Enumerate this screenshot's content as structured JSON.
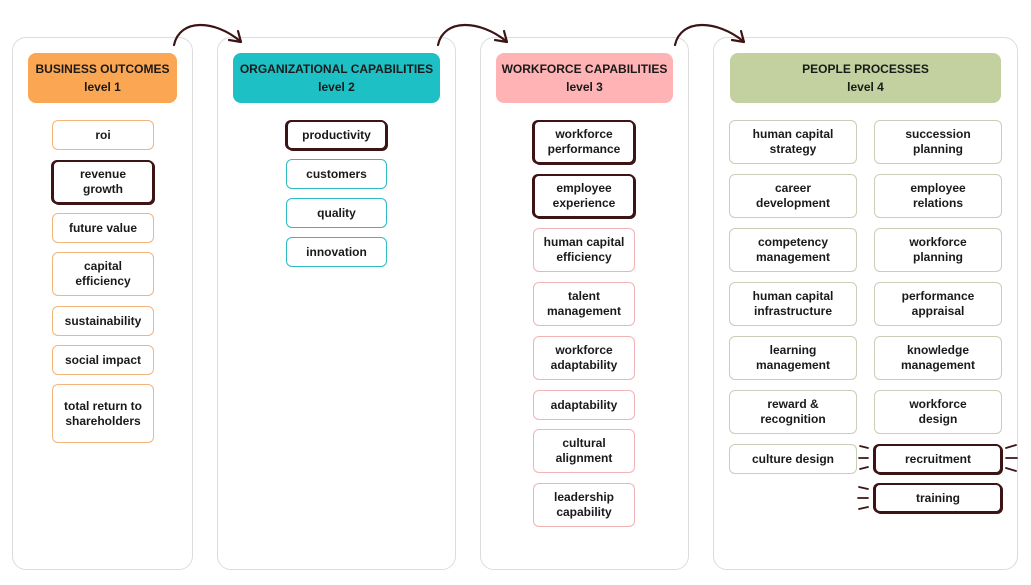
{
  "columns": [
    {
      "title": "BUSINESS OUTCOMES",
      "level": "level 1",
      "color": "#fba652",
      "items": [
        "roi",
        "revenue growth",
        "future value",
        "capital efficiency",
        "sustainability",
        "social impact",
        "total return to shareholders"
      ]
    },
    {
      "title": "ORGANIZATIONAL CAPABILITIES",
      "level": "level 2",
      "color": "#1cc0c5",
      "items": [
        "productivity",
        "customers",
        "quality",
        "innovation"
      ]
    },
    {
      "title": "WORKFORCE CAPABILITIES",
      "level": "level 3",
      "color": "#ffb3b5",
      "items": [
        "workforce performance",
        "employee experience",
        "human capital efficiency",
        "talent management",
        "workforce adaptability",
        "adaptability",
        "cultural alignment",
        "leadership capability"
      ]
    },
    {
      "title": "PEOPLE PROCESSES",
      "level": "level 4",
      "color": "#c2d19f",
      "items_left": [
        "human capital strategy",
        "career development",
        "competency management",
        "human capital infrastructure",
        "learning management",
        "reward & recognition",
        "culture design"
      ],
      "items_right": [
        "succession planning",
        "employee relations",
        "workforce planning",
        "performance appraisal",
        "knowledge management",
        "workforce design",
        "recruitment",
        "training"
      ]
    }
  ]
}
